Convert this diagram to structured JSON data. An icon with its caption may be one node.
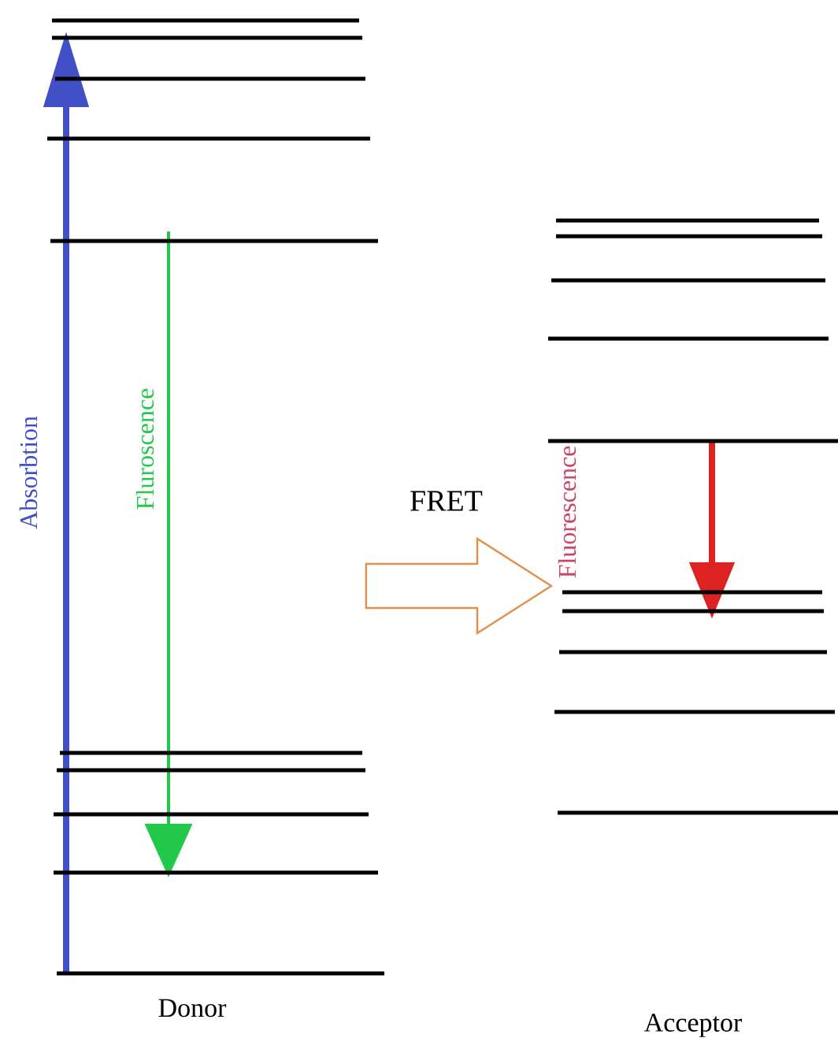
{
  "diagram": {
    "nodes": [
      {
        "text": [
          "Donor"
        ]
      },
      {
        "text": [
          "Acceptor"
        ]
      }
    ],
    "edges": [
      {
        "from": 0,
        "to": 1,
        "arrow": "to",
        "label": "FRET"
      }
    ],
    "labels": [
      "Absorbtion",
      "Fluroscence",
      "Fluorescence"
    ]
  }
}
